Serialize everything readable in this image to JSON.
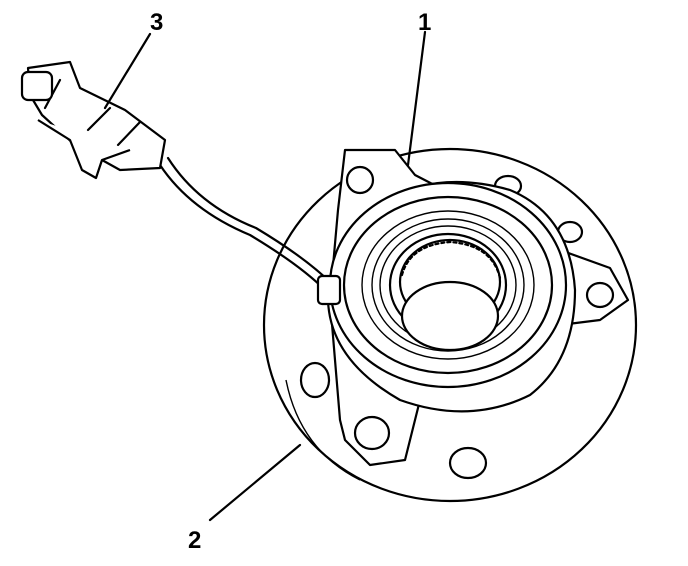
{
  "diagram": {
    "callouts": [
      {
        "label": "1",
        "part": "hub-bearing"
      },
      {
        "label": "2",
        "part": "hub-flange"
      },
      {
        "label": "3",
        "part": "wheel-speed-sensor-connector"
      }
    ],
    "colors": {
      "ink": "#000000",
      "paper": "#ffffff"
    }
  }
}
